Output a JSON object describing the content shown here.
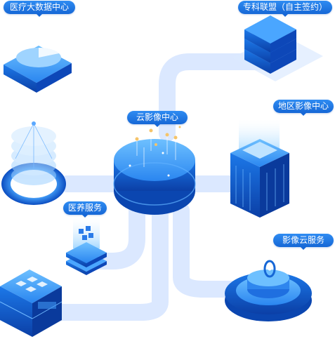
{
  "diagram": {
    "hub": {
      "label": "云影像中心"
    },
    "nodes": [
      {
        "id": "medical_data_center",
        "label": "医疗大数据中心"
      },
      {
        "id": "specialist_alliance",
        "label": "专科联盟（自主签约）"
      },
      {
        "id": "regional_imaging_center",
        "label": "地区影像中心"
      },
      {
        "id": "medical_elderly_service",
        "label": "医养服务"
      },
      {
        "id": "imaging_cloud_service",
        "label": "影像云服务"
      }
    ],
    "colors": {
      "primary_blue": "#1a6fe0",
      "light_blue": "#5fb0ff",
      "connector": "#dbe8ff",
      "label_bg": "#1f74e0"
    }
  }
}
